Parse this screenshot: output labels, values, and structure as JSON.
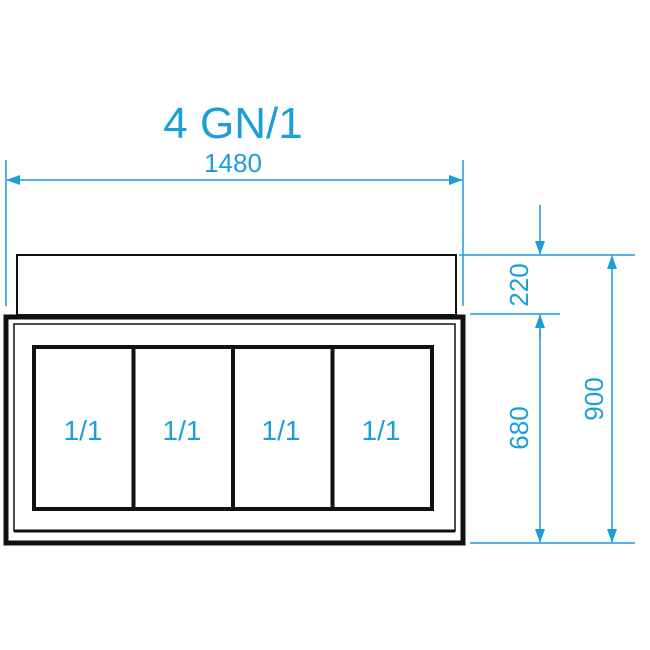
{
  "title": "4 GN/1",
  "width_dimension": "1480",
  "top_height_dimension": "220",
  "body_height_dimension": "680",
  "total_height_dimension": "900",
  "pans": [
    {
      "label": "1/1"
    },
    {
      "label": "1/1"
    },
    {
      "label": "1/1"
    },
    {
      "label": "1/1"
    }
  ],
  "colors": {
    "dimension": "#1a9fd9",
    "outline": "#111111",
    "background": "#ffffff"
  }
}
